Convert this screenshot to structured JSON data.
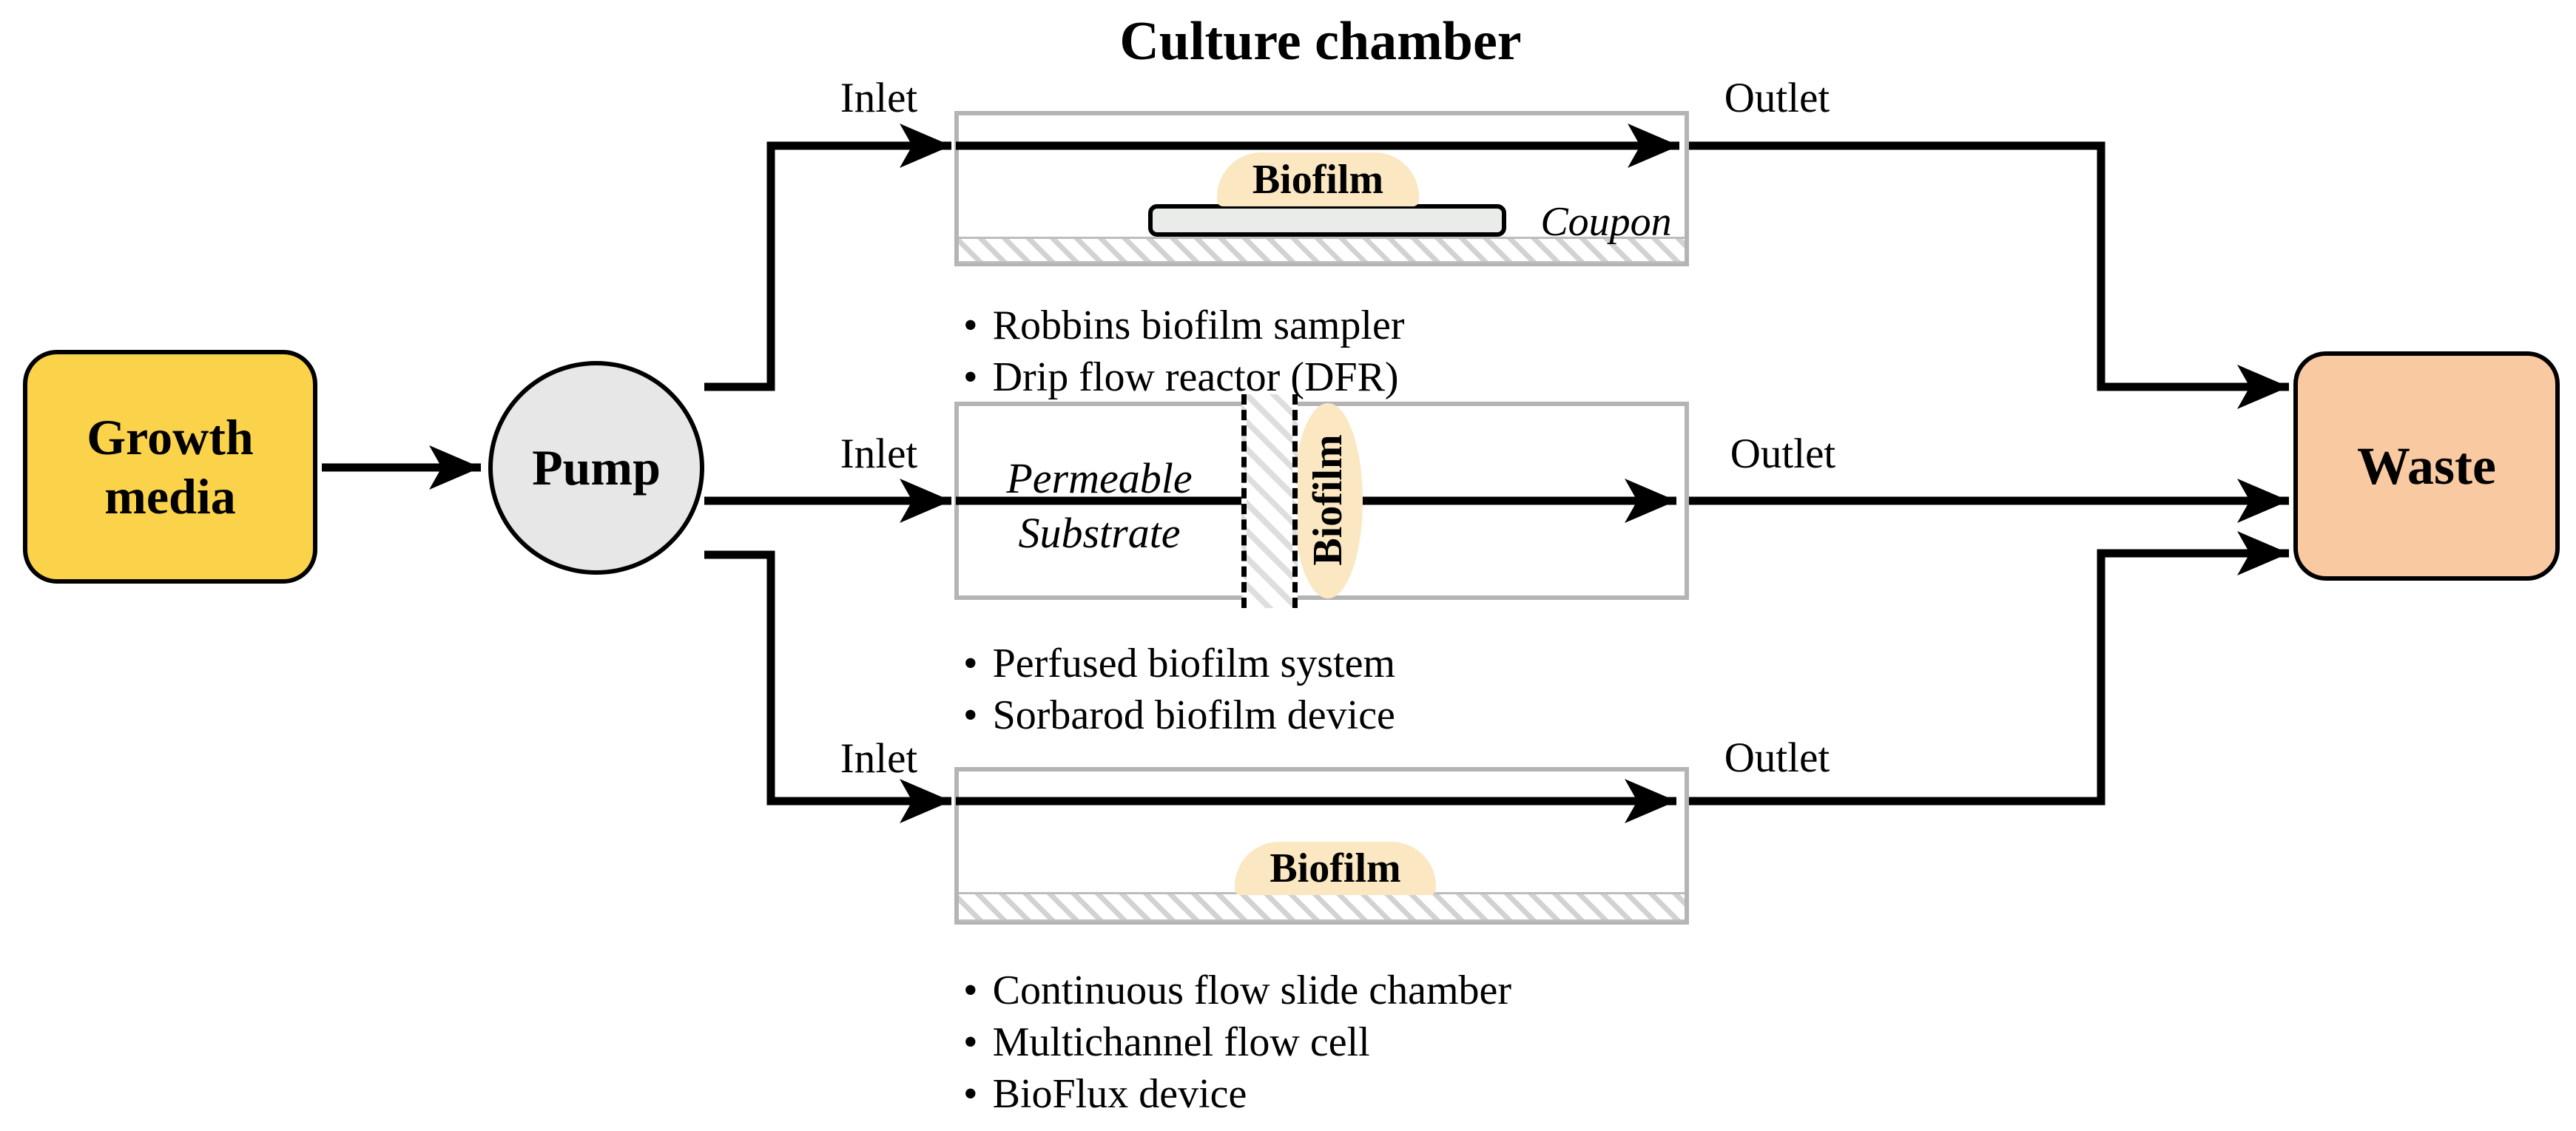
{
  "title": "Culture chamber",
  "nodes": {
    "growth_media": {
      "label": "Growth media"
    },
    "pump": {
      "label": "Pump"
    },
    "waste": {
      "label": "Waste"
    }
  },
  "chambers": [
    {
      "id": "top",
      "inlet": "Inlet",
      "outlet": "Outlet",
      "biofilm": "Biofilm",
      "coupon": "Coupon",
      "devices": [
        "Robbins biofilm sampler",
        "Drip flow reactor (DFR)"
      ]
    },
    {
      "id": "middle",
      "inlet": "Inlet",
      "outlet": "Outlet",
      "biofilm": "Biofilm",
      "substrate_line1": "Permeable",
      "substrate_line2": "Substrate",
      "devices": [
        "Perfused biofilm system",
        "Sorbarod biofilm device"
      ]
    },
    {
      "id": "bottom",
      "inlet": "Inlet",
      "outlet": "Outlet",
      "biofilm": "Biofilm",
      "devices": [
        "Continuous flow slide chamber",
        "Multichannel flow cell",
        "BioFlux device"
      ]
    }
  ],
  "colors": {
    "growth_media_fill": "#fbd34b",
    "pump_fill": "#e7e7e7",
    "waste_fill": "#f9c9a1",
    "biofilm_fill": "#fbe8c2",
    "coupon_fill": "#eaece9",
    "chamber_border": "#b4b4b4",
    "line": "#000000"
  }
}
